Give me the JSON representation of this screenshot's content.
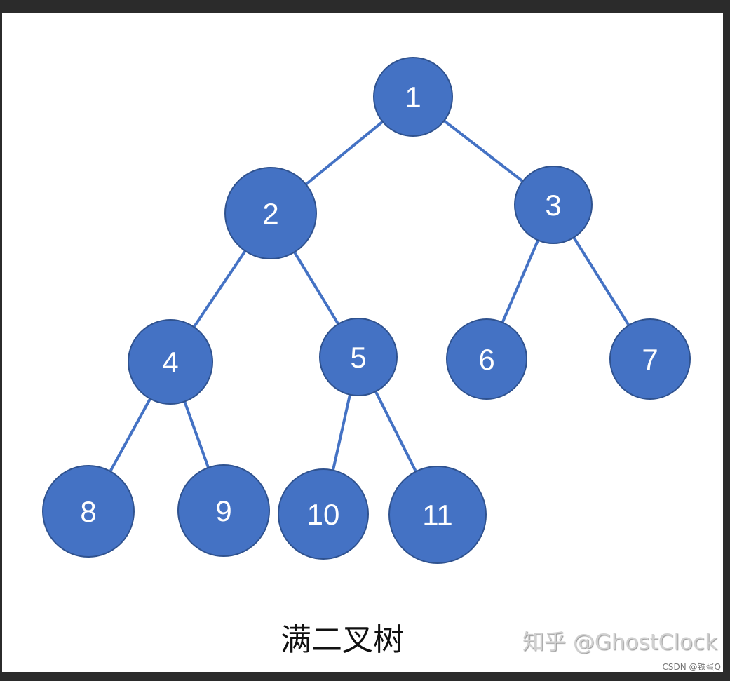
{
  "title": "满二叉树",
  "watermark": "知乎 @GhostClock",
  "credit": "CSDN @铁蛋Q",
  "colors": {
    "node_fill": "#4472c4",
    "node_stroke": "#2f528f",
    "edge": "#4472c4",
    "label": "#ffffff"
  },
  "nodes": [
    {
      "label": "1"
    },
    {
      "label": "2"
    },
    {
      "label": "3"
    },
    {
      "label": "4"
    },
    {
      "label": "5"
    },
    {
      "label": "6"
    },
    {
      "label": "7"
    },
    {
      "label": "8"
    },
    {
      "label": "9"
    },
    {
      "label": "10"
    },
    {
      "label": "11"
    }
  ],
  "edges": [
    [
      "1",
      "2"
    ],
    [
      "1",
      "3"
    ],
    [
      "2",
      "4"
    ],
    [
      "2",
      "5"
    ],
    [
      "3",
      "6"
    ],
    [
      "3",
      "7"
    ],
    [
      "4",
      "8"
    ],
    [
      "4",
      "9"
    ],
    [
      "5",
      "10"
    ],
    [
      "5",
      "11"
    ]
  ]
}
